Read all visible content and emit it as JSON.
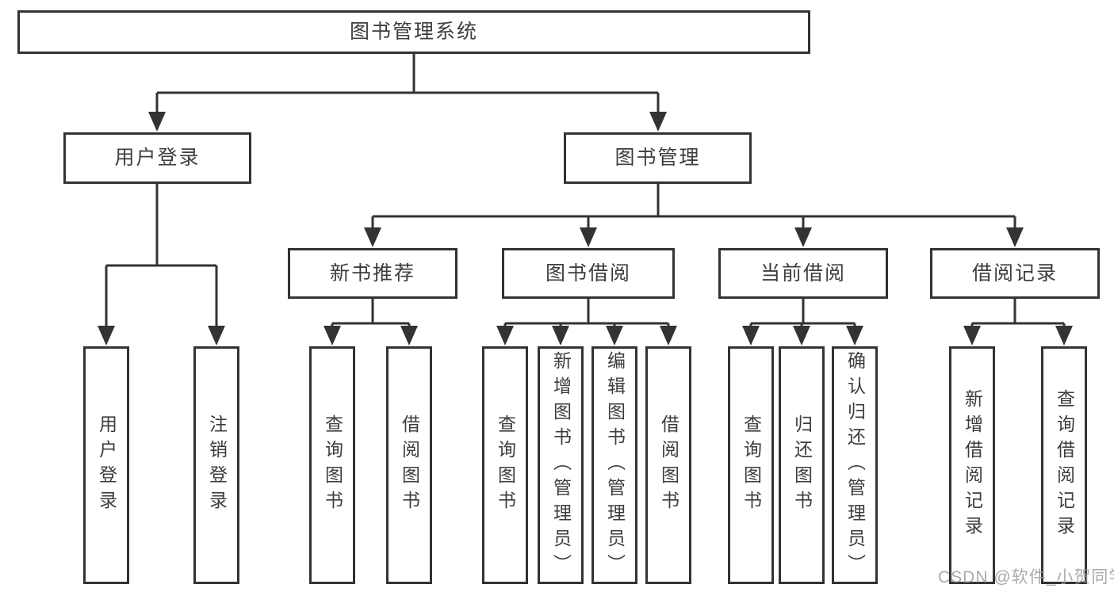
{
  "tree": {
    "label": "图书管理系统",
    "children": [
      {
        "label": "用户登录",
        "children": [
          {
            "label": "用户登录"
          },
          {
            "label": "注销登录"
          }
        ]
      },
      {
        "label": "图书管理",
        "children": [
          {
            "label": "新书推荐",
            "children": [
              {
                "label": "查询图书"
              },
              {
                "label": "借阅图书"
              }
            ]
          },
          {
            "label": "图书借阅",
            "children": [
              {
                "label": "查询图书"
              },
              {
                "label": "新增图书（管理员）"
              },
              {
                "label": "编辑图书（管理员）"
              },
              {
                "label": "借阅图书"
              }
            ]
          },
          {
            "label": "当前借阅",
            "children": [
              {
                "label": "查询图书"
              },
              {
                "label": "归还图书"
              },
              {
                "label": "确认归还（管理员）"
              }
            ]
          },
          {
            "label": "借阅记录",
            "children": [
              {
                "label": "新增借阅记录"
              },
              {
                "label": "查询借阅记录"
              }
            ]
          }
        ]
      }
    ]
  },
  "watermark": {
    "text": "CSDN @软件_小贺同学"
  },
  "colors": {
    "line": "#333333",
    "text": "#3d3d3d",
    "watermark": "#9c9c9c",
    "background": "#ffffff"
  }
}
